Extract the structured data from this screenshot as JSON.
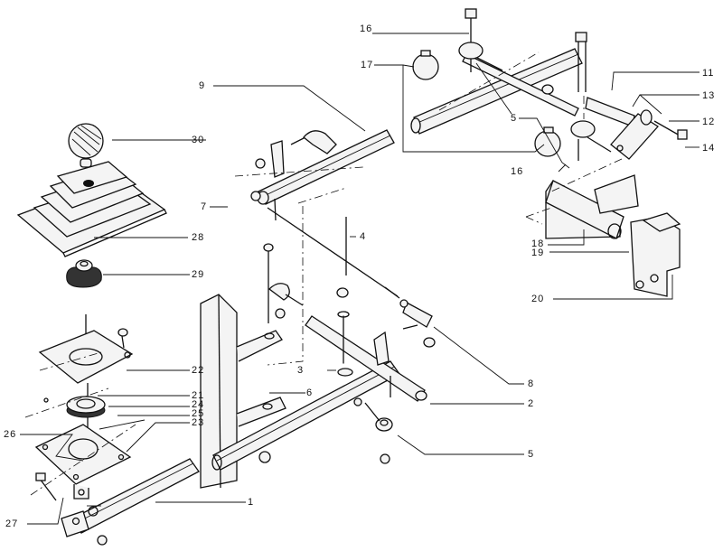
{
  "diagram": {
    "title": "Gear shift linkage — exploded parts view",
    "callouts": [
      {
        "id": "c1",
        "number": "1"
      },
      {
        "id": "c2",
        "number": "2"
      },
      {
        "id": "c3",
        "number": "3"
      },
      {
        "id": "c4",
        "number": "4"
      },
      {
        "id": "c5a",
        "number": "5"
      },
      {
        "id": "c5b",
        "number": "5"
      },
      {
        "id": "c6",
        "number": "6"
      },
      {
        "id": "c7",
        "number": "7"
      },
      {
        "id": "c8",
        "number": "8"
      },
      {
        "id": "c9",
        "number": "9"
      },
      {
        "id": "c11",
        "number": "11"
      },
      {
        "id": "c12",
        "number": "12"
      },
      {
        "id": "c13",
        "number": "13"
      },
      {
        "id": "c14",
        "number": "14"
      },
      {
        "id": "c16a",
        "number": "16"
      },
      {
        "id": "c16b",
        "number": "16"
      },
      {
        "id": "c17",
        "number": "17"
      },
      {
        "id": "c18",
        "number": "18"
      },
      {
        "id": "c19",
        "number": "19"
      },
      {
        "id": "c20",
        "number": "20"
      },
      {
        "id": "c21",
        "number": "21"
      },
      {
        "id": "c22",
        "number": "22"
      },
      {
        "id": "c23",
        "number": "23"
      },
      {
        "id": "c24",
        "number": "24"
      },
      {
        "id": "c25",
        "number": "25"
      },
      {
        "id": "c26",
        "number": "26"
      },
      {
        "id": "c27",
        "number": "27"
      },
      {
        "id": "c28",
        "number": "28"
      },
      {
        "id": "c29",
        "number": "29"
      },
      {
        "id": "c30",
        "number": "30"
      }
    ]
  }
}
